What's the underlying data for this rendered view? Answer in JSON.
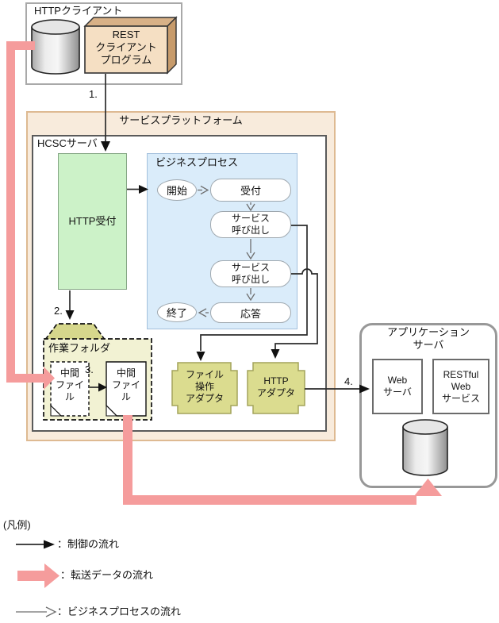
{
  "diagram": {
    "http_client": {
      "title": "HTTPクライアント",
      "program": "REST\nクライアント\nプログラム"
    },
    "platform": {
      "title": "サービスプラットフォーム"
    },
    "hcsc": {
      "title": "HCSCサーバ",
      "http_reception": "HTTP受付"
    },
    "business_process": {
      "title": "ビジネスプロセス",
      "start": "開始",
      "reception": "受付",
      "service_call_1": "サービス\n呼び出し",
      "service_call_2": "サービス\n呼び出し",
      "response": "応答",
      "end": "終了"
    },
    "work_folder": {
      "title": "作業フォルダ",
      "file_left": "中間\nファイ\nル",
      "file_right": "中間\nファイ\nル"
    },
    "adapters": {
      "file_adapter": "ファイル\n操作\nアダプタ",
      "http_adapter": "HTTP\nアダプタ"
    },
    "app_server": {
      "title": "アプリケーション\nサーバ",
      "web_server": "Web\nサーバ",
      "restful": "RESTful\nWeb\nサービス"
    },
    "step_labels": {
      "s1": "1.",
      "s2": "2.",
      "s3": "3.",
      "s4": "4."
    }
  },
  "legend": {
    "title": "(凡例)",
    "control": "：制御の流れ",
    "transfer": "：転送データの流れ",
    "process": "：ビジネスプロセスの流れ"
  },
  "colors": {
    "transfer_pink": "#F59C9C",
    "platform_bg": "#F8EBDC",
    "reception_green": "#CCF2C8",
    "process_blue": "#DAECFA",
    "adapter_olive": "#DBDC8F",
    "folder_body": "#F2F2D3",
    "folder_tab": "#D6D78C",
    "program_tan": "#F5DFC3"
  }
}
